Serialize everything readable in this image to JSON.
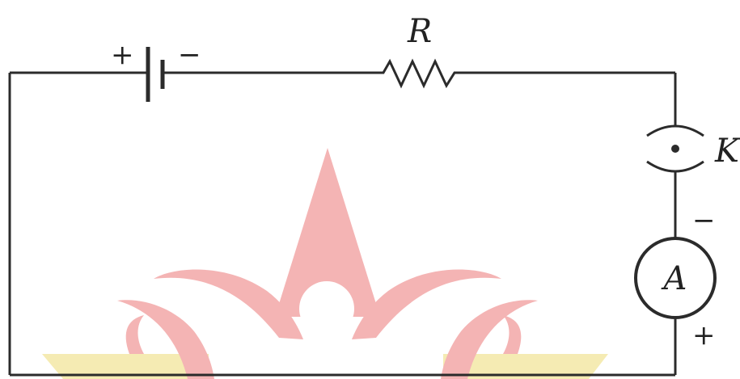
{
  "diagram": {
    "resistor_label": "R",
    "key_label": "K",
    "ammeter_label": "A",
    "battery_plus": "+",
    "battery_minus": "−",
    "ammeter_minus": "−",
    "ammeter_plus": "+"
  },
  "colors": {
    "wire": "#2b2b2b",
    "watermark_pink": "#f4b4b4",
    "watermark_yellow": "#f3e7a6"
  }
}
